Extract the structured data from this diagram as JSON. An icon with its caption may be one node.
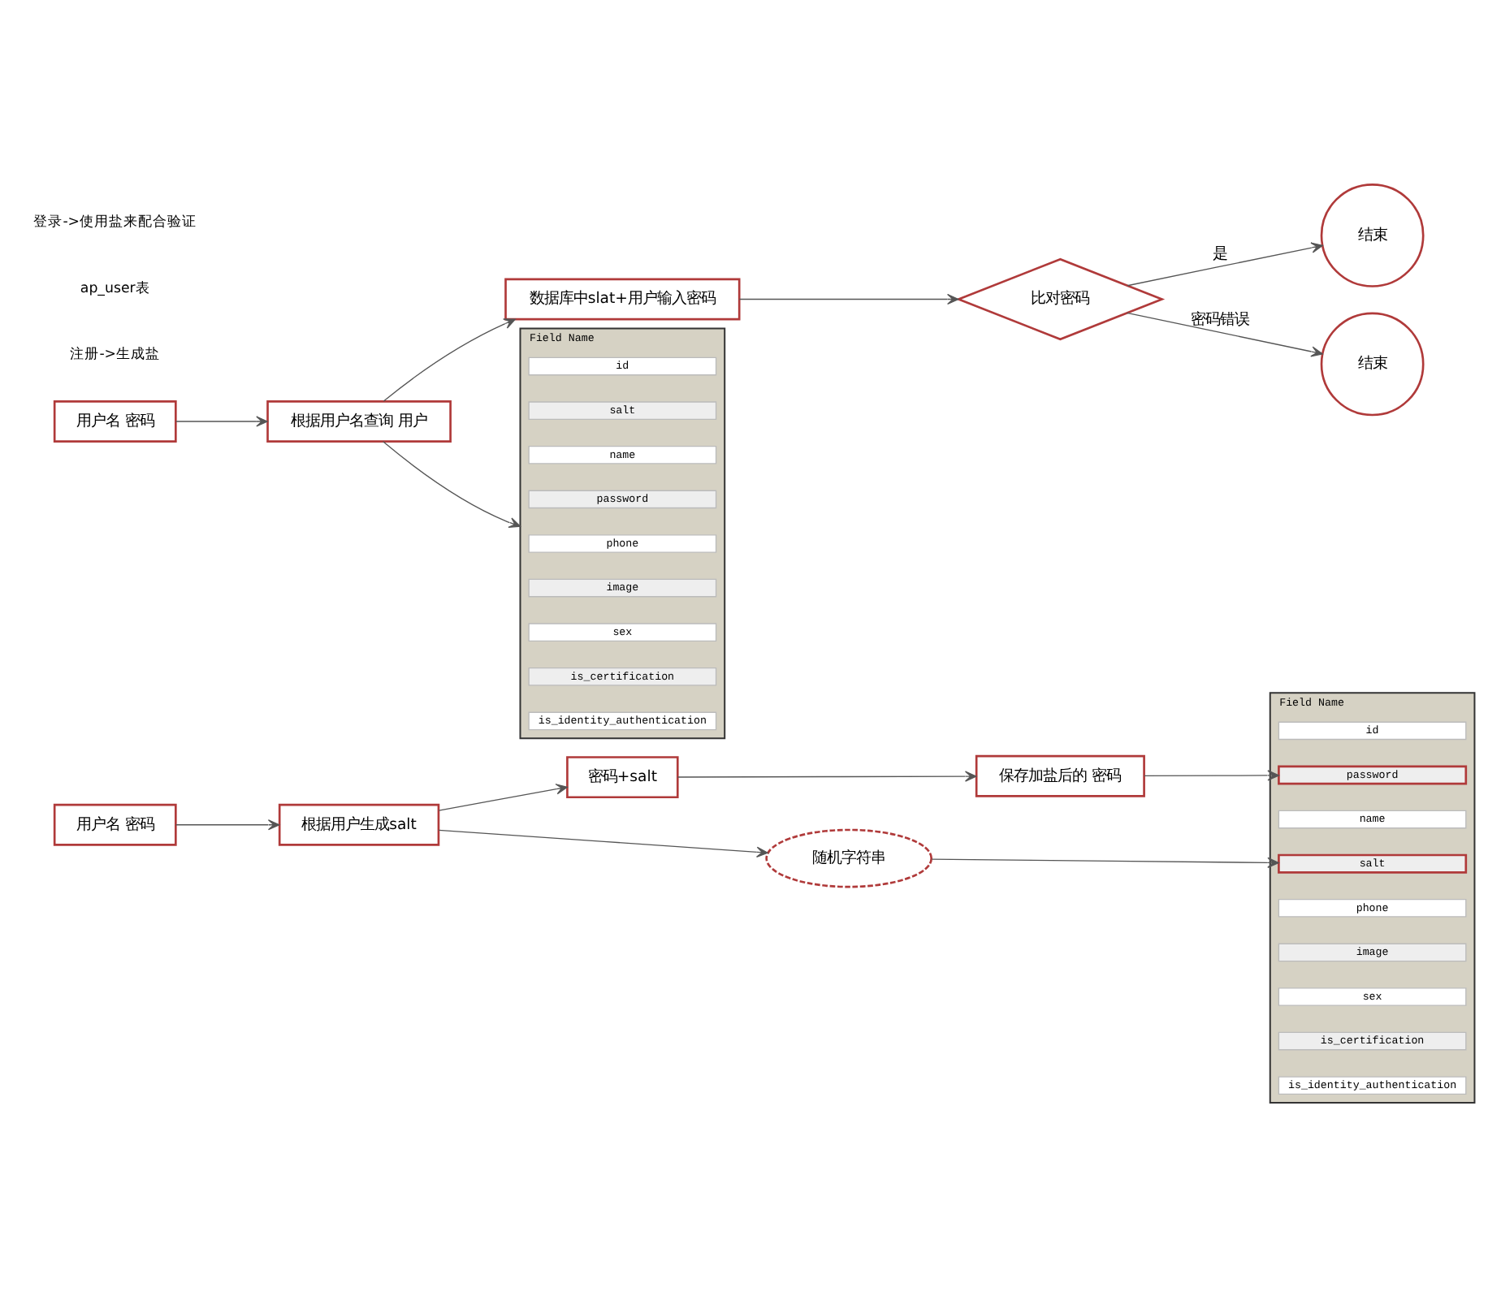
{
  "diagram": {
    "nodes": [
      {
        "text": [
          "用户名 密码"
        ]
      },
      {
        "text": [
          "根据用户生成salt"
        ]
      },
      {
        "text": [
          "密码+salt"
        ]
      },
      {
        "text": [
          "保存加盐后的 密码"
        ]
      },
      {
        "text": [
          "随机字符串"
        ]
      },
      {
        "text": [
          "Field Name"
        ]
      },
      {
        "text": [
          "id"
        ],
        "in": 5
      },
      {
        "text": [
          "salt"
        ],
        "in": 5
      },
      {
        "text": [
          "name"
        ],
        "in": 5
      },
      {
        "text": [
          "password"
        ],
        "in": 5
      },
      {
        "text": [
          "phone"
        ],
        "in": 5
      },
      {
        "text": [
          "image"
        ],
        "in": 5
      },
      {
        "text": [
          "sex"
        ],
        "in": 5
      },
      {
        "text": [
          "is_certification"
        ],
        "in": 5
      },
      {
        "text": [
          "is_identity_authentication"
        ],
        "in": 5
      },
      {
        "text": [
          "用户名 密码"
        ]
      },
      {
        "text": [
          "根据用户名查询 用户"
        ]
      },
      {
        "text": [
          "数据库中slat+用户输入密码"
        ]
      },
      {
        "text": [
          "Field Name"
        ]
      },
      {
        "text": [
          "id"
        ],
        "in": 18
      },
      {
        "text": [
          "salt"
        ],
        "in": 18
      },
      {
        "text": [
          "name"
        ],
        "in": 18
      },
      {
        "text": [
          "password"
        ],
        "in": 18
      },
      {
        "text": [
          "phone"
        ],
        "in": 18
      },
      {
        "text": [
          "image"
        ],
        "in": 18
      },
      {
        "text": [
          "sex"
        ],
        "in": 18
      },
      {
        "text": [
          "is_certification"
        ],
        "in": 18
      },
      {
        "text": [
          "is_identity_authentication"
        ],
        "in": 18
      },
      {
        "text": [
          "比对密码"
        ]
      },
      {
        "text": [
          "结束"
        ]
      },
      {
        "text": [
          "结束"
        ]
      }
    ],
    "edges": [
      {
        "from": 0,
        "to": 1,
        "arrow": "to"
      },
      {
        "from": 1,
        "to": 2,
        "arrow": "to"
      },
      {
        "from": 2,
        "to": 3,
        "arrow": "to"
      },
      {
        "from": 1,
        "to": 4,
        "arrow": "to"
      },
      {
        "from": 4,
        "to": 7,
        "arrow": "to"
      },
      {
        "from": 3,
        "to": 9,
        "arrow": "to"
      },
      {
        "from": 15,
        "to": 16,
        "arrow": "to"
      },
      {
        "from": 16,
        "to": 18,
        "arrow": "to"
      },
      {
        "from": 16,
        "to": 17,
        "arrow": "to"
      },
      {
        "from": 17,
        "to": 28,
        "arrow": "to"
      },
      {
        "from": 28,
        "to": 29,
        "arrow": "to",
        "label": "是"
      },
      {
        "from": 28,
        "to": 30,
        "arrow": "to",
        "label": "密码错误"
      }
    ],
    "labels": [
      "注册->生成盐",
      "ap_user表",
      "登录->使用盐来配合验证"
    ]
  }
}
